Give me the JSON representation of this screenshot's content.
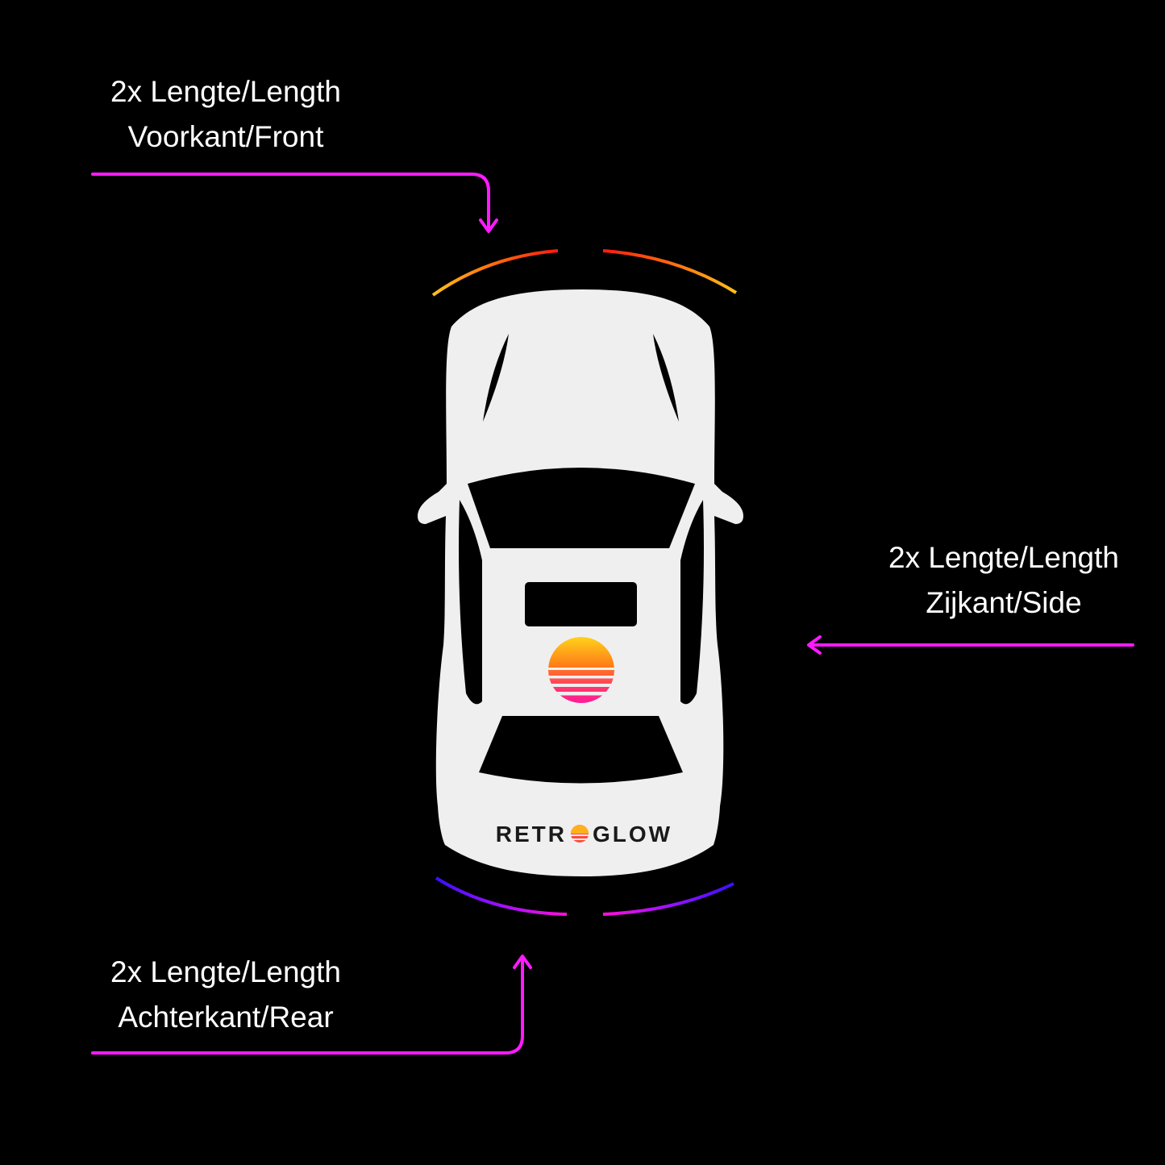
{
  "labels": {
    "front": {
      "line1": "2x Lengte/Length",
      "line2": "Voorkant/Front"
    },
    "side": {
      "line1": "2x Lengte/Length",
      "line2": "Zijkant/Side"
    },
    "rear": {
      "line1": "2x Lengte/Length",
      "line2": "Achterkant/Rear"
    }
  },
  "logo": {
    "text_before": "RETR",
    "text_after": "GLOW"
  },
  "colors": {
    "background": "#000000",
    "car": "#efefef",
    "arrow": "#ff1aff",
    "logo_text": "#1a1a1a"
  }
}
